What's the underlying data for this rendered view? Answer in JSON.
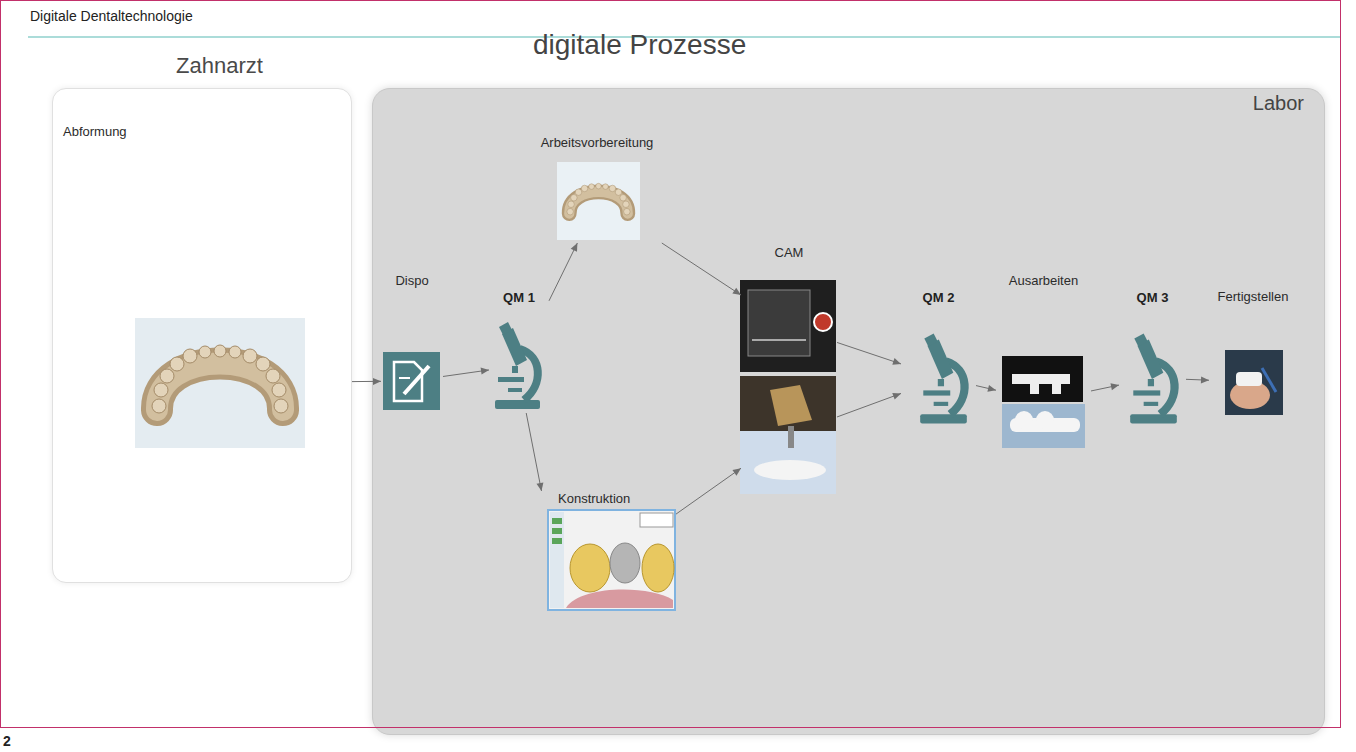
{
  "diagram": {
    "title": "Digitale Dentaltechnologie",
    "nodes": [
      {
        "text": [
          "Zahnarzt",
          "Abformung"
        ]
      },
      {
        "text": [
          "digitale Prozesse",
          "Labor"
        ]
      },
      {
        "text": [
          "Dispo"
        ],
        "in": 1
      },
      {
        "text": [
          "QM 1"
        ],
        "in": 1
      },
      {
        "text": [
          "Arbeitsvorbereitung"
        ],
        "in": 1
      },
      {
        "text": [
          "Konstruktion"
        ],
        "in": 1
      },
      {
        "text": [
          "CAM"
        ],
        "in": 1
      },
      {
        "text": [
          "QM 2"
        ],
        "in": 1
      },
      {
        "text": [
          "Ausarbeiten"
        ],
        "in": 1
      },
      {
        "text": [
          "QM 3"
        ],
        "in": 1
      },
      {
        "text": [
          "Fertigstellen"
        ],
        "in": 1
      }
    ],
    "edges": [
      {
        "from": 0,
        "to": 2,
        "arrow": "to"
      },
      {
        "from": 2,
        "to": 3,
        "arrow": "to"
      },
      {
        "from": 3,
        "to": 4,
        "arrow": "to"
      },
      {
        "from": 3,
        "to": 5,
        "arrow": "to"
      },
      {
        "from": 4,
        "to": 6,
        "arrow": "to"
      },
      {
        "from": 5,
        "to": 6,
        "arrow": "to"
      },
      {
        "from": 6,
        "to": 7,
        "arrow": "to"
      },
      {
        "from": 6,
        "to": 7,
        "arrow": "to"
      },
      {
        "from": 7,
        "to": 8,
        "arrow": "to"
      },
      {
        "from": 8,
        "to": 9,
        "arrow": "to"
      },
      {
        "from": 9,
        "to": 10,
        "arrow": "to"
      }
    ],
    "labels": [
      "2"
    ]
  }
}
